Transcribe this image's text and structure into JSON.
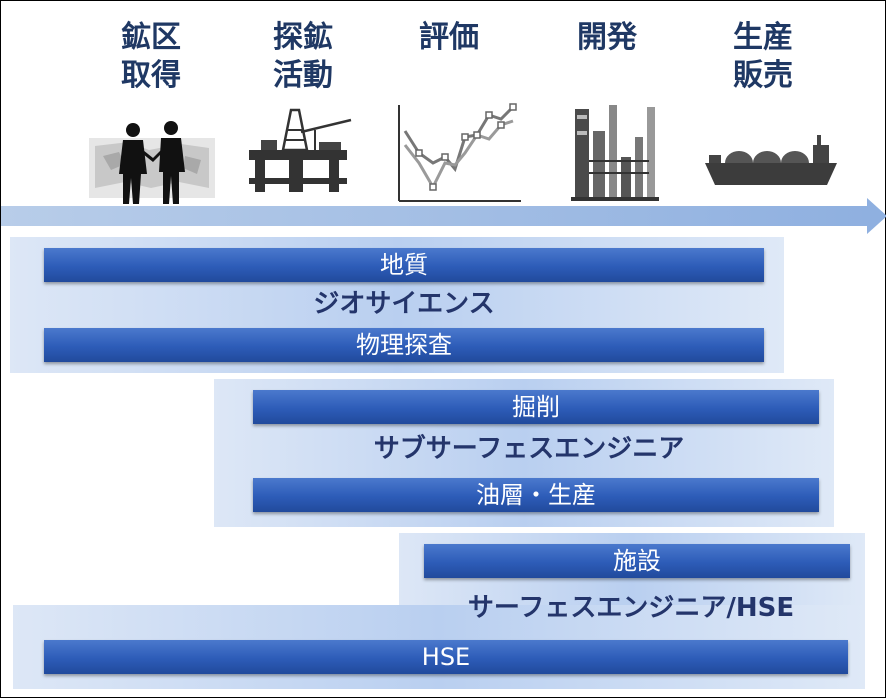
{
  "stages": [
    {
      "line1": "鉱区",
      "line2": "取得",
      "icon": "handshake-icon"
    },
    {
      "line1": "探鉱",
      "line2": "活動",
      "icon": "drilling-rig-icon"
    },
    {
      "line1": "評価",
      "line2": "",
      "icon": "line-chart-icon"
    },
    {
      "line1": "開発",
      "line2": "",
      "icon": "refinery-icon"
    },
    {
      "line1": "生産",
      "line2": "販売",
      "icon": "lng-tanker-icon"
    }
  ],
  "groups": {
    "geoscience": {
      "title": "ジオサイエンス",
      "bar_top": "地質",
      "bar_bottom": "物理探査"
    },
    "subsurface": {
      "title": "サブサーフェスエンジニア",
      "bar_top": "掘削",
      "bar_bottom": "油層・生産"
    },
    "surface": {
      "title": "サーフェスエンジニア/HSE",
      "bar_top": "施設",
      "bar_bottom": "HSE"
    }
  },
  "colors": {
    "bar": "#2d5cb8",
    "title": "#1f3864",
    "arrow": "#8fb0e0",
    "panel": "#c9dbf3"
  }
}
